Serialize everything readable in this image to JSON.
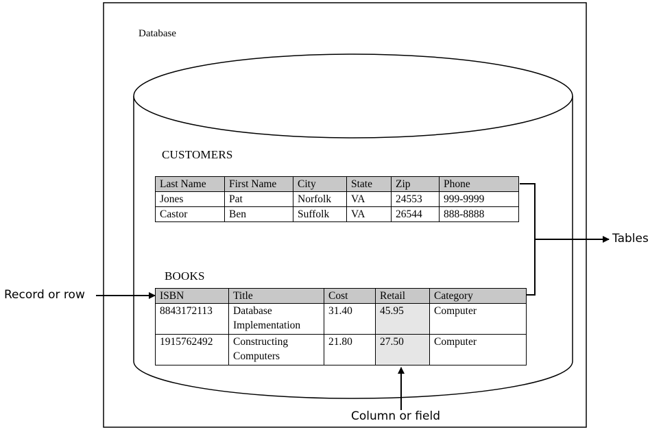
{
  "database_label": "Database",
  "customers": {
    "title": "CUSTOMERS",
    "columns": [
      "Last Name",
      "First Name",
      "City",
      "State",
      "Zip",
      "Phone"
    ],
    "rows": [
      [
        "Jones",
        "Pat",
        "Norfolk",
        "VA",
        "24553",
        "999-9999"
      ],
      [
        "Castor",
        "Ben",
        "Suffolk",
        "VA",
        "26544",
        "888-8888"
      ]
    ]
  },
  "books": {
    "title": "BOOKS",
    "columns": [
      "ISBN",
      "Title",
      "Cost",
      "Retail",
      "Category"
    ],
    "rows": [
      [
        "8843172113",
        "Database Implementation",
        "31.40",
        "45.95",
        "Computer"
      ],
      [
        "1915762492",
        "Constructing Computers",
        "21.80",
        "27.50",
        "Computer"
      ]
    ]
  },
  "annotations": {
    "record": "Record or row",
    "tables": "Tables",
    "column": "Column or field"
  }
}
